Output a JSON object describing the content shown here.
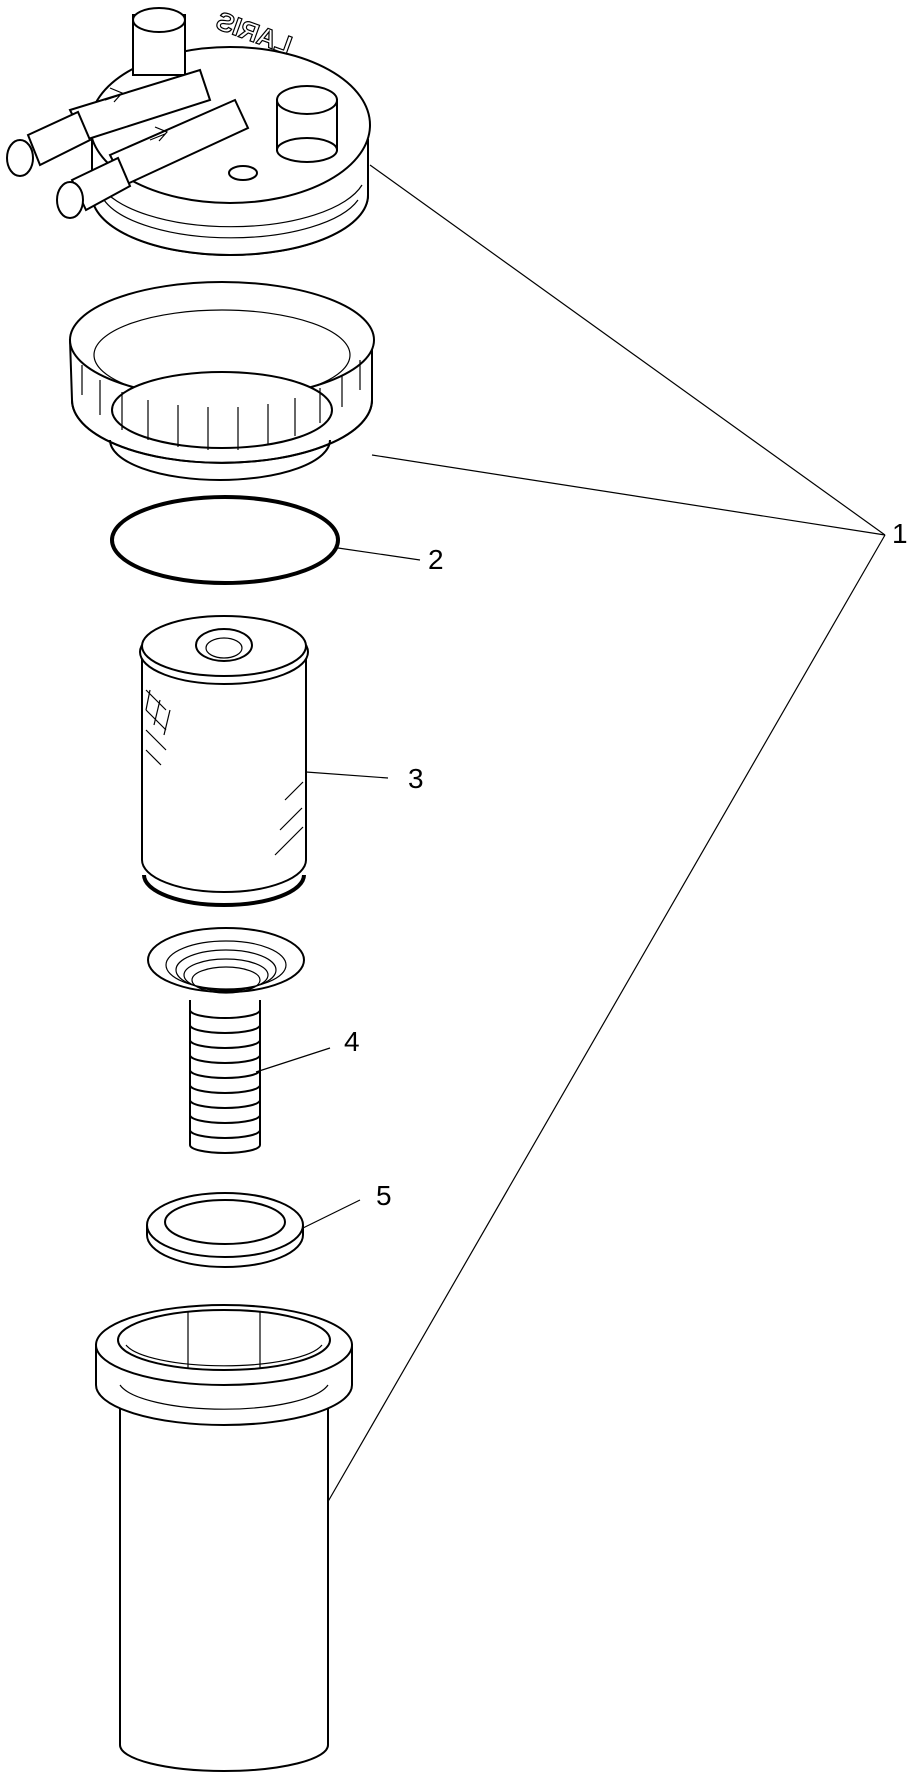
{
  "callouts": {
    "c1": "1",
    "c2": "2",
    "c3": "3",
    "c4": "4",
    "c5": "5"
  },
  "cap_text": "LARIS"
}
